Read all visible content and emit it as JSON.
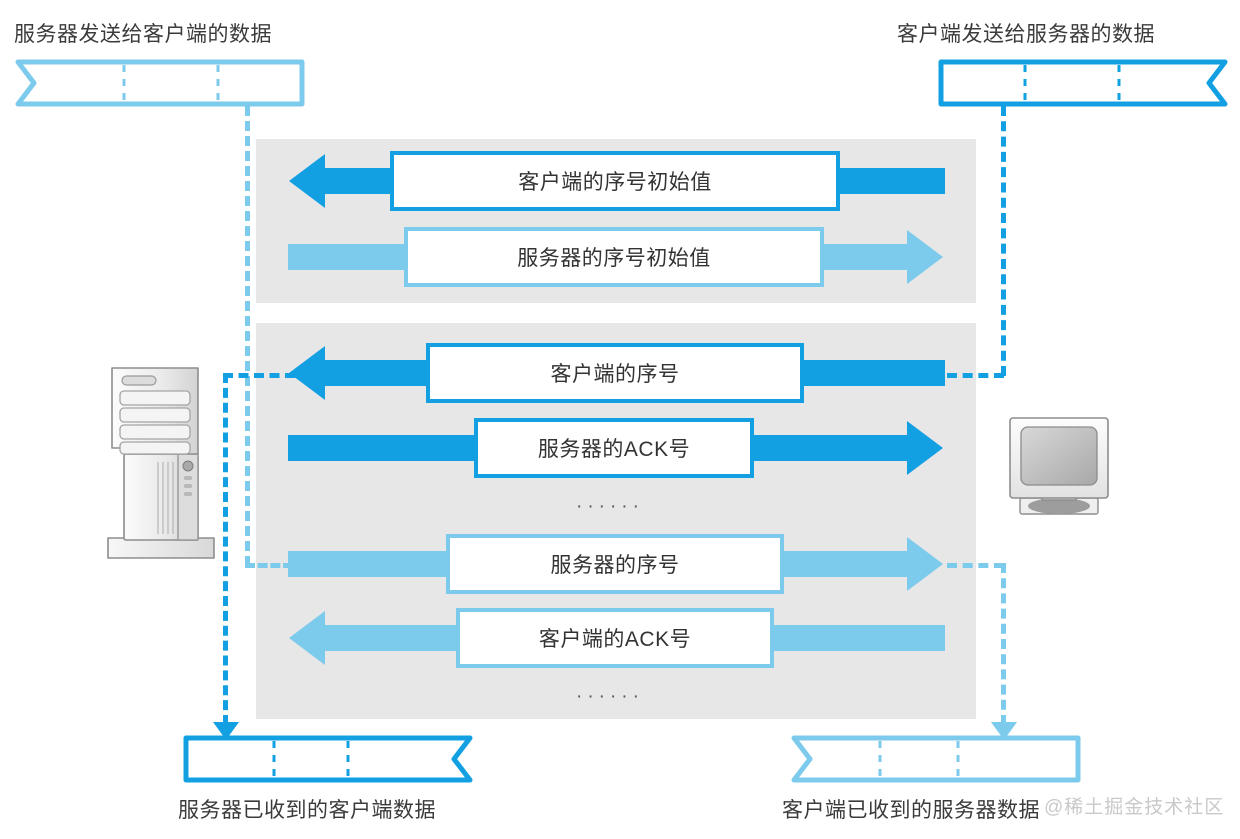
{
  "diagram": {
    "title_top_left": "服务器发送给客户端的数据",
    "title_top_right": "客户端发送给服务器的数据",
    "title_bottom_left": "服务器已收到的客户端数据",
    "title_bottom_right": "客户端已收到的服务器数据",
    "watermark": "@稀土掘金技术社区",
    "colors": {
      "dark_blue": "#12a0e2",
      "light_blue": "#7ccaec",
      "panel_gray": "#e7e7e7",
      "text": "#333333"
    },
    "icons": {
      "server": "server-tower-icon",
      "client": "client-monitor-icon"
    },
    "panels": [
      {
        "name": "handshake-panel",
        "messages": [
          {
            "label": "客户端的序号初始值",
            "direction": "left",
            "color": "dark"
          },
          {
            "label": "服务器的序号初始值",
            "direction": "right",
            "color": "light"
          }
        ],
        "ellipsis": null
      },
      {
        "name": "data-transfer-panel",
        "messages": [
          {
            "label": "客户端的序号",
            "direction": "left",
            "color": "dark"
          },
          {
            "label": "服务器的ACK号",
            "direction": "right",
            "color": "dark"
          },
          {
            "label": "服务器的序号",
            "direction": "right",
            "color": "light"
          },
          {
            "label": "客户端的ACK号",
            "direction": "left",
            "color": "light"
          }
        ],
        "ellipsis": "······"
      }
    ],
    "ribbons": [
      {
        "name": "ribbon-server-sends",
        "color": "light",
        "notch": "left",
        "segments": 3
      },
      {
        "name": "ribbon-client-sends",
        "color": "dark",
        "notch": "right",
        "segments": 3
      },
      {
        "name": "ribbon-server-received",
        "color": "dark",
        "notch": "right",
        "segments": 3
      },
      {
        "name": "ribbon-client-received",
        "color": "light",
        "notch": "left",
        "segments": 3
      }
    ],
    "ellipsis_text": "······"
  }
}
